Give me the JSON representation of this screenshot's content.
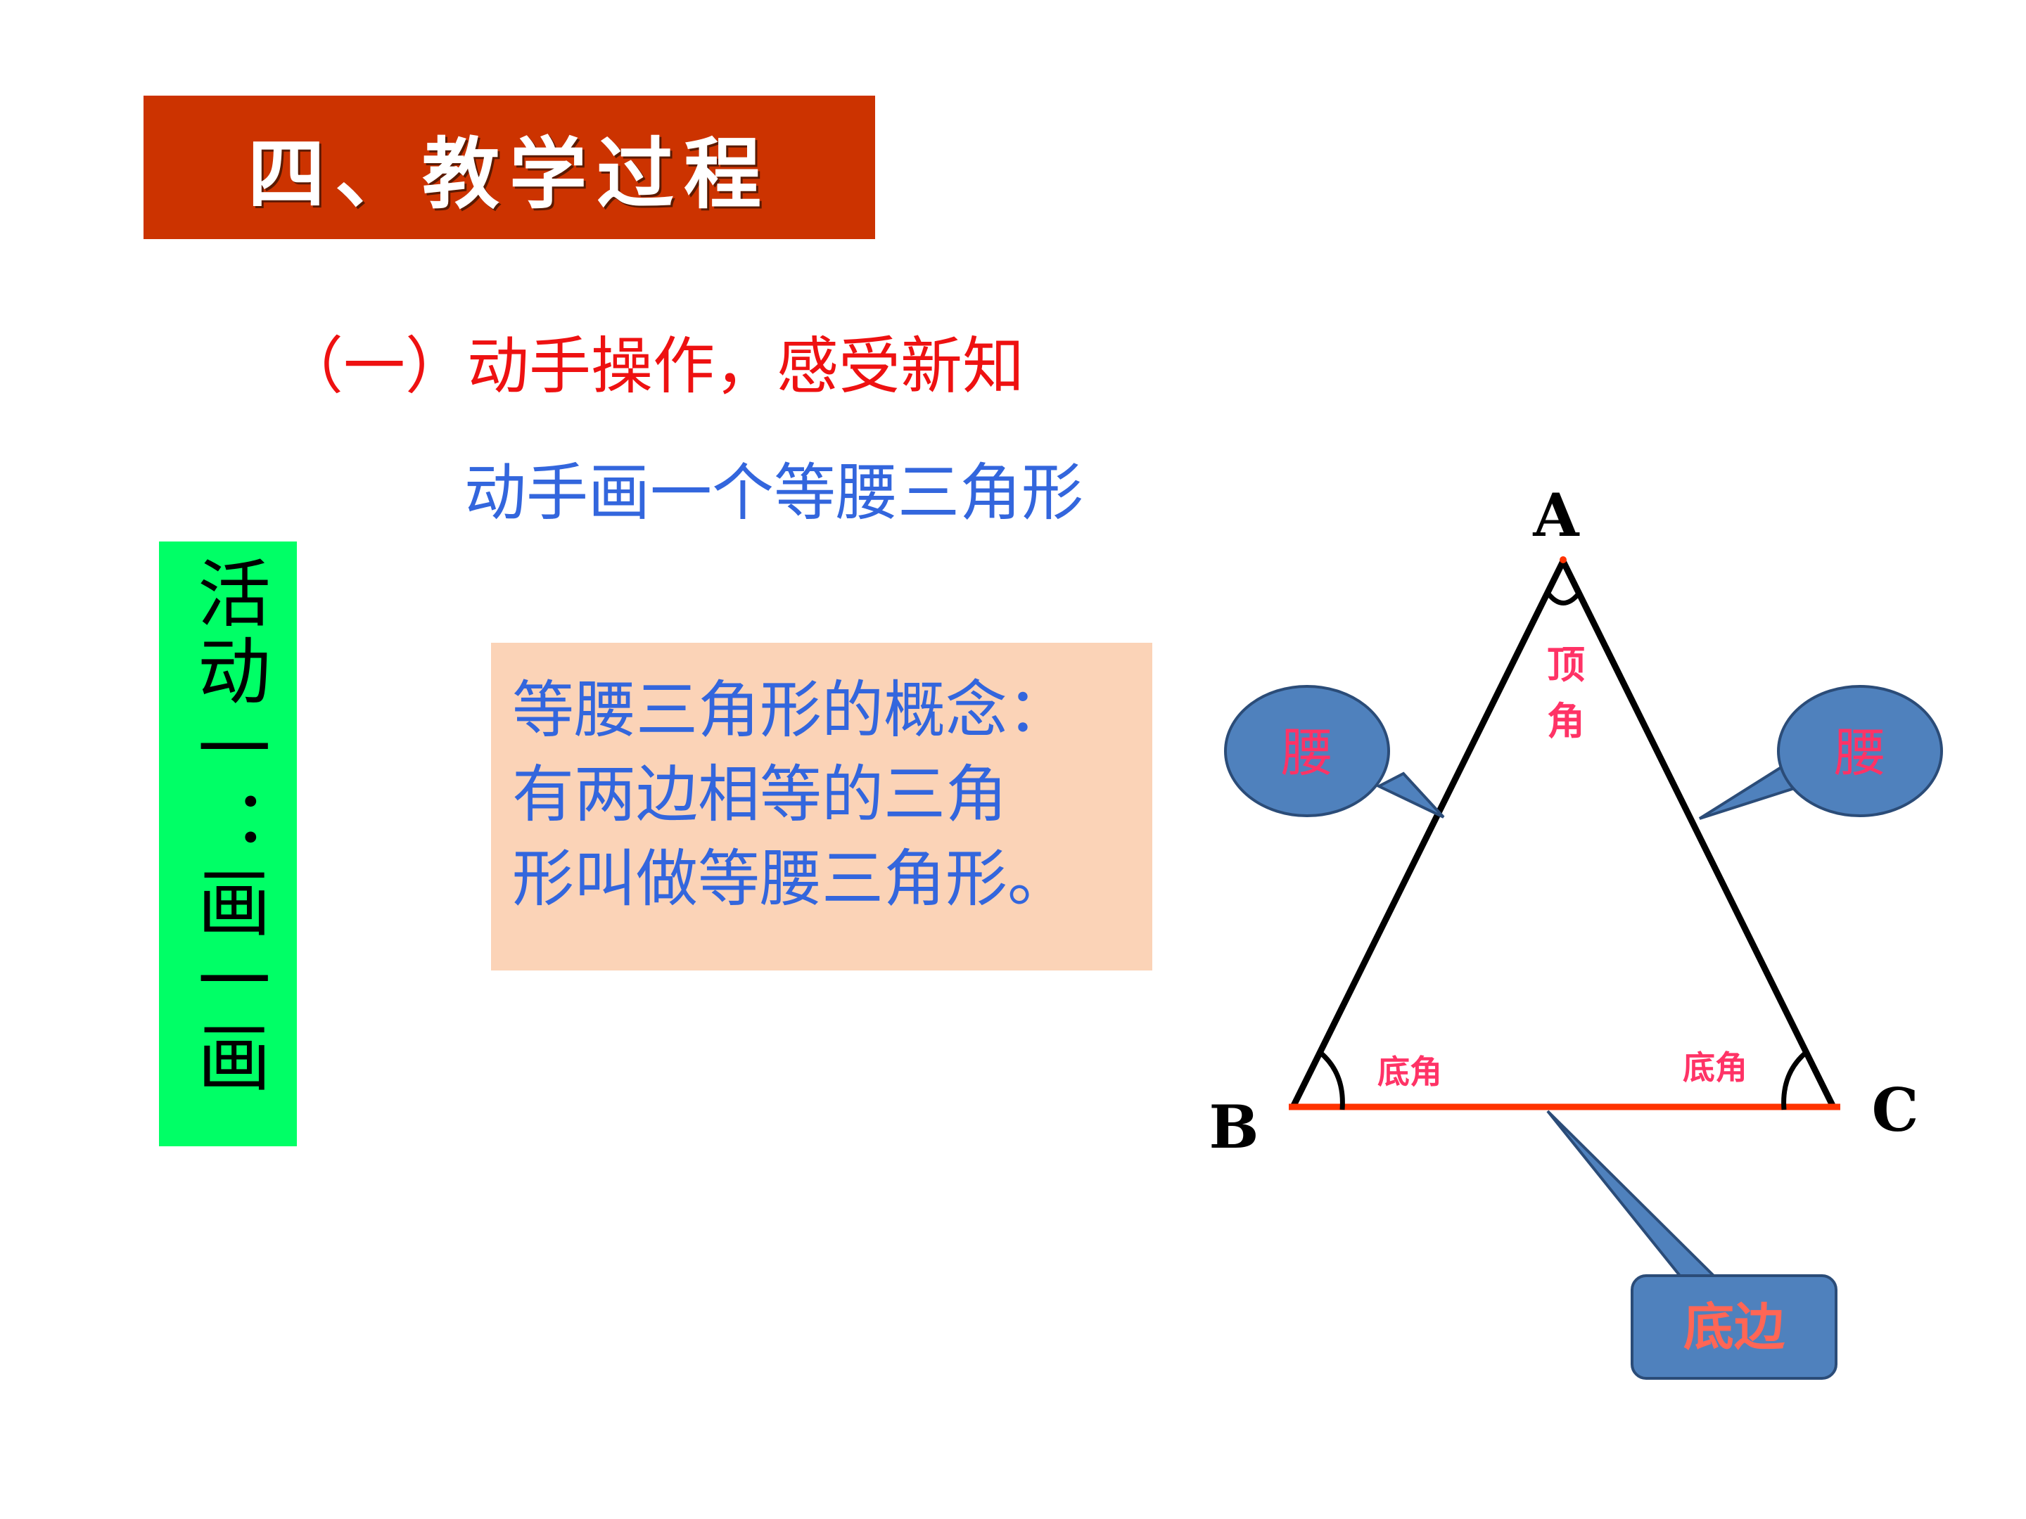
{
  "title": "四、教学过程",
  "subtitle": "（一）动手操作，感受新知",
  "instruction": "动手画一个等腰三角形",
  "activity_label": "活动一：画一画",
  "definition": {
    "line1": "等腰三角形的概念：",
    "line2": "有两边相等的三角",
    "line3": "形叫做等腰三角形。"
  },
  "diagram": {
    "vertex_a": "A",
    "vertex_b": "B",
    "vertex_c": "C",
    "apex_angle_char1": "顶",
    "apex_angle_char2": "角",
    "base_angle_left": "底角",
    "base_angle_right": "底角",
    "leg_left": "腰",
    "leg_right": "腰",
    "base": "底边"
  },
  "colors": {
    "banner": "#cc3300",
    "subtitle": "#ee1111",
    "instruction": "#3366dd",
    "activity_bar": "#00ff66",
    "definition_bg": "#fbd3b7",
    "callout_fill": "#4f81bd",
    "label_pink": "#ff3366",
    "base_line": "#ff3300"
  }
}
